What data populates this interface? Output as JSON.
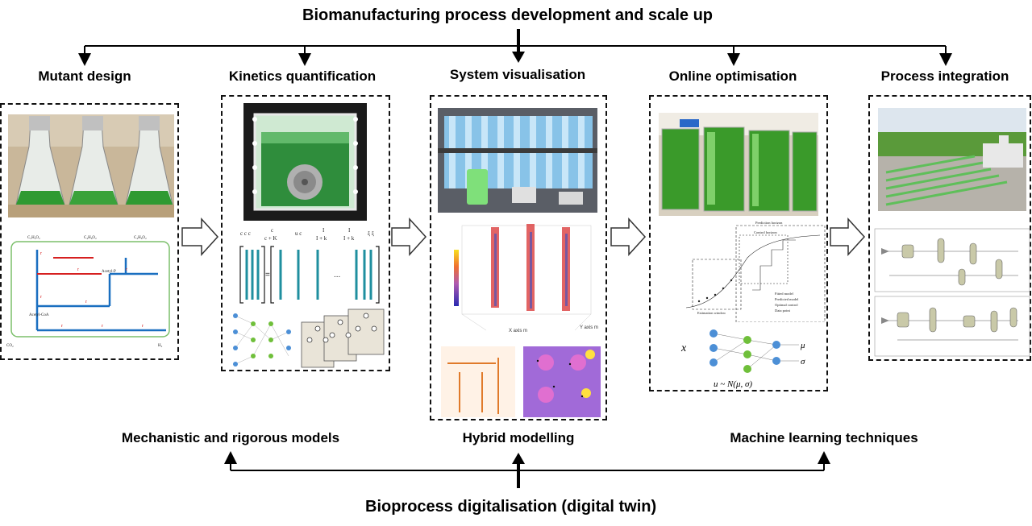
{
  "header": {
    "title": "Biomanufacturing process development and scale up"
  },
  "stages": [
    {
      "label": "Mutant design"
    },
    {
      "label": "Kinetics quantification"
    },
    {
      "label": "System visualisation"
    },
    {
      "label": "Online optimisation"
    },
    {
      "label": "Process integration"
    }
  ],
  "model_types": [
    {
      "label": "Mechanistic and rigorous models"
    },
    {
      "label": "Hybrid modelling"
    },
    {
      "label": "Machine learning techniques"
    }
  ],
  "footer": {
    "title": "Bioprocess digitalisation (digital twin)"
  },
  "colors": {
    "algae_green": "#2f9a32",
    "pathway_blue": "#1a6fc0",
    "pathway_red": "#d62020",
    "arrow_black": "#000000"
  }
}
